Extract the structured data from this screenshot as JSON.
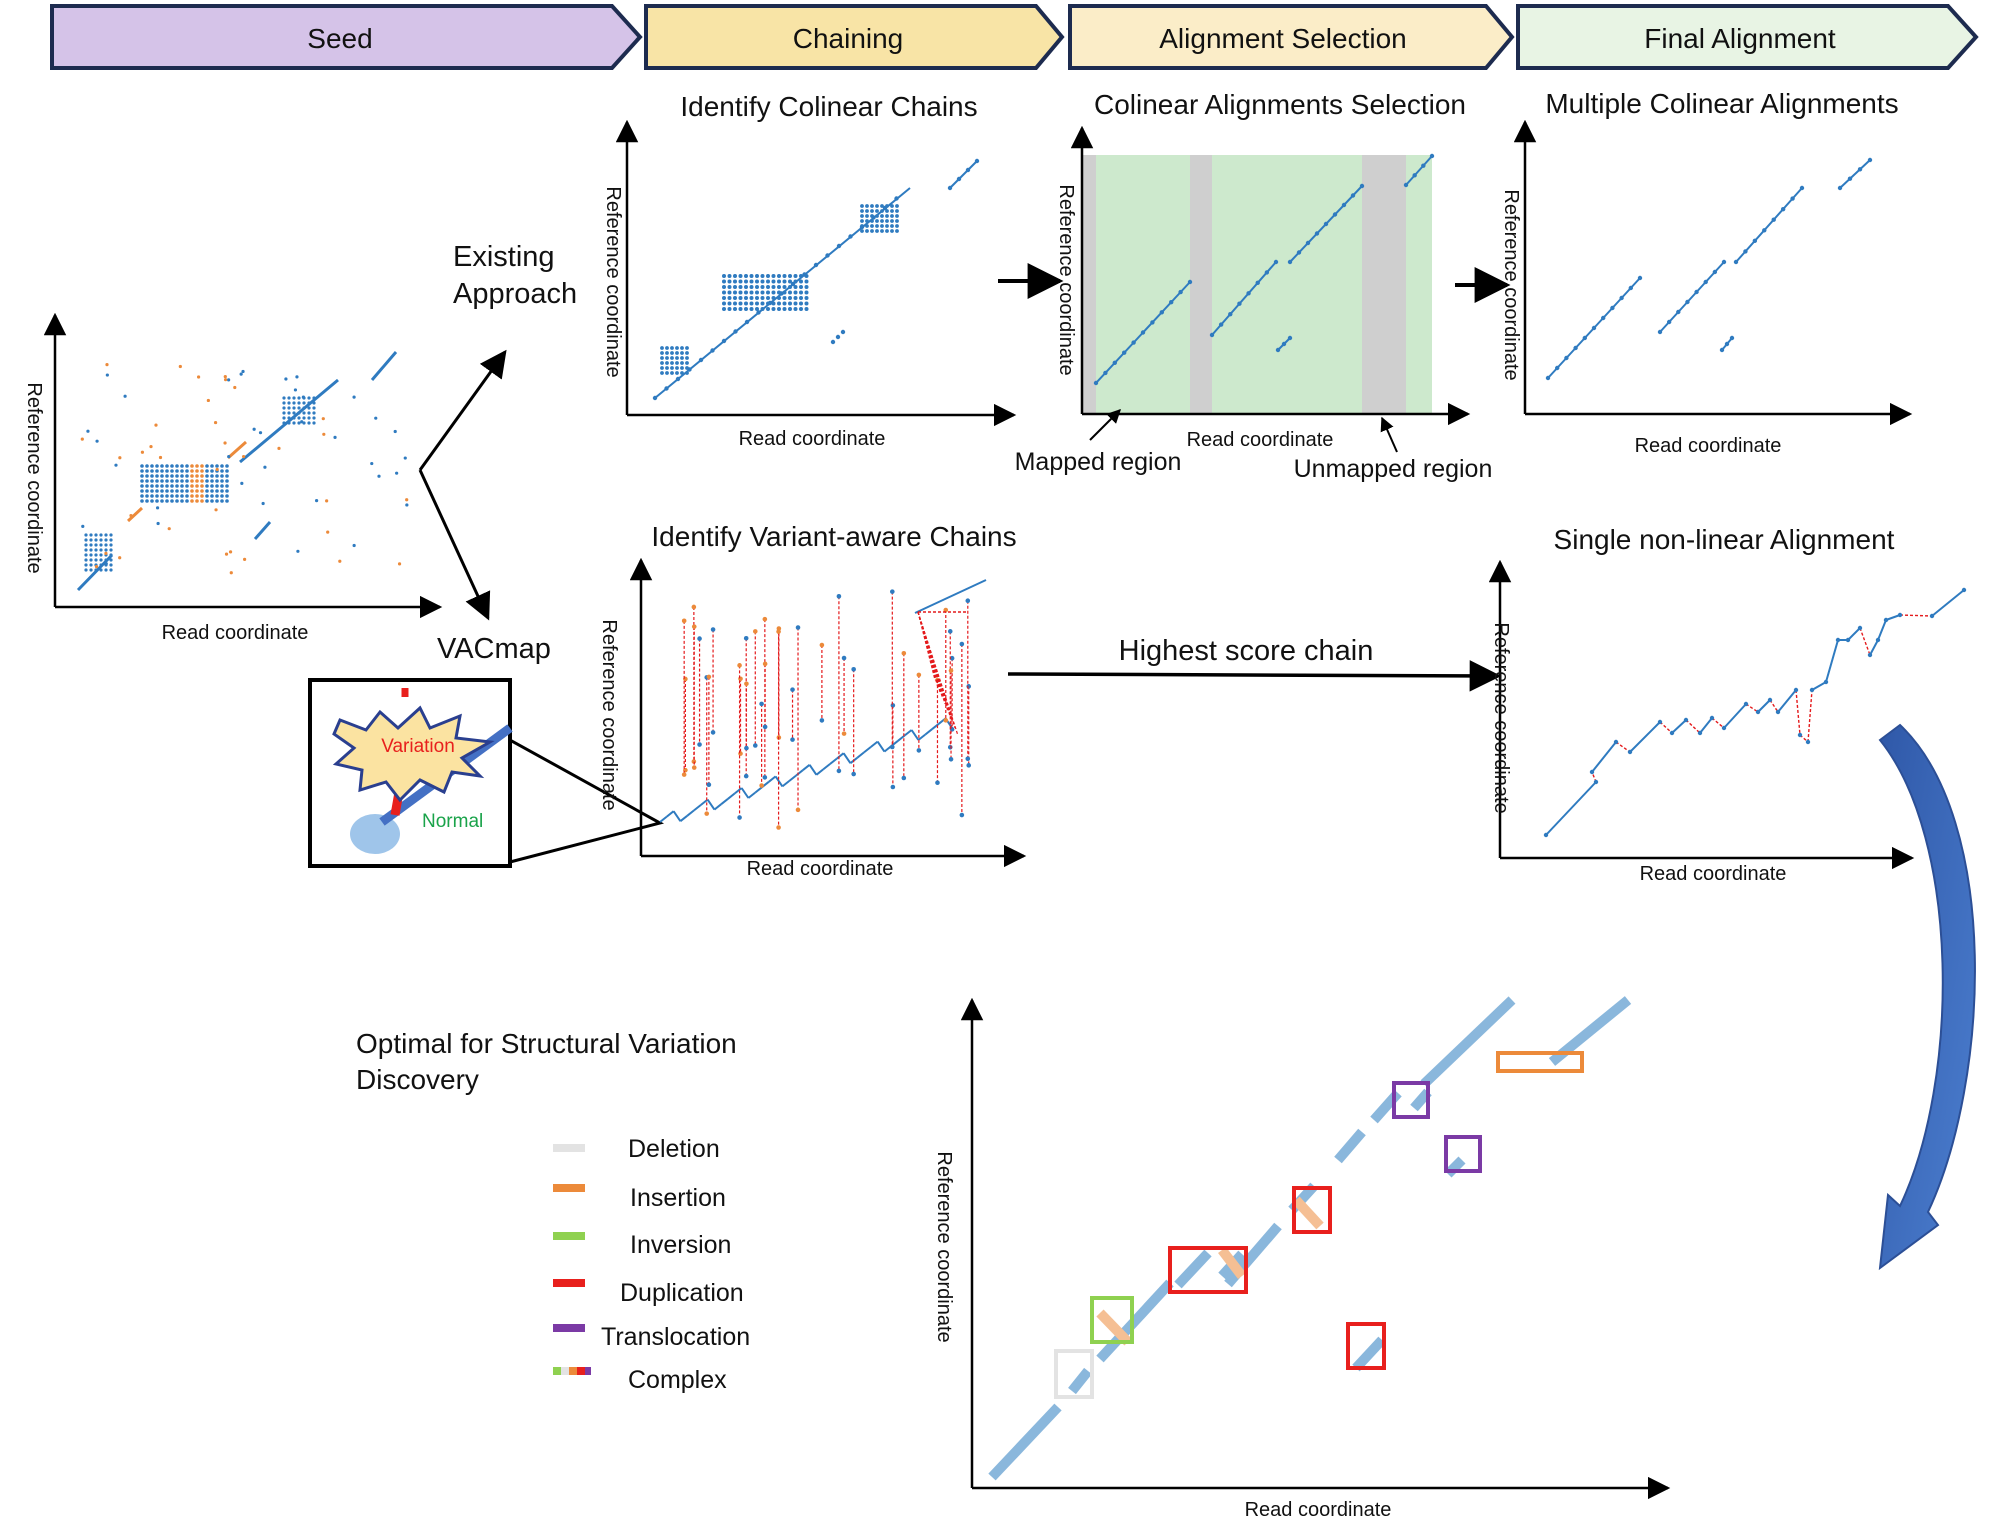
{
  "stages": [
    {
      "label": "Seed",
      "color": "#d5c3e8"
    },
    {
      "label": "Chaining",
      "color": "#f8e4a6"
    },
    {
      "label": "Alignment Selection",
      "color": "#fbedc8"
    },
    {
      "label": "Final Alignment",
      "color": "#e8f4e4"
    }
  ],
  "axes": {
    "read": "Read coordinate",
    "reference": "Reference coordinate"
  },
  "existing_approach": {
    "label_line1": "Existing",
    "label_line2": "Approach",
    "chaining_title": "Identify Colinear Chains",
    "selection_title": "Colinear Alignments Selection",
    "mapped_label": "Mapped region",
    "unmapped_label": "Unmapped region",
    "final_title": "Multiple Colinear Alignments"
  },
  "vacmap": {
    "label": "VACmap",
    "inset_variation": "Variation",
    "inset_normal": "Normal",
    "chaining_title": "Identify Variant-aware Chains",
    "arrow_label": "Highest score chain",
    "final_title": "Single non-linear Alignment"
  },
  "sv_panel": {
    "title_line1": "Optimal for Structural Variation",
    "title_line2": "Discovery",
    "legend": [
      {
        "label": "Deletion",
        "color": "#e3e3e3"
      },
      {
        "label": "Insertion",
        "color": "#ec8a3a"
      },
      {
        "label": "Inversion",
        "color": "#8fd150"
      },
      {
        "label": "Duplication",
        "color": "#e8201d"
      },
      {
        "label": "Translocation",
        "color": "#7b3aa5"
      },
      {
        "label": "Complex",
        "color": "multi"
      }
    ]
  },
  "colors": {
    "seed_blue": "#2f7bc0",
    "seed_orange": "#ec8a3a",
    "mapped_green": "#cde9cd",
    "unmapped_gray": "#cfcfcf",
    "chain_red": "#e41a1c",
    "arrow_blue": "#3a63b4"
  }
}
